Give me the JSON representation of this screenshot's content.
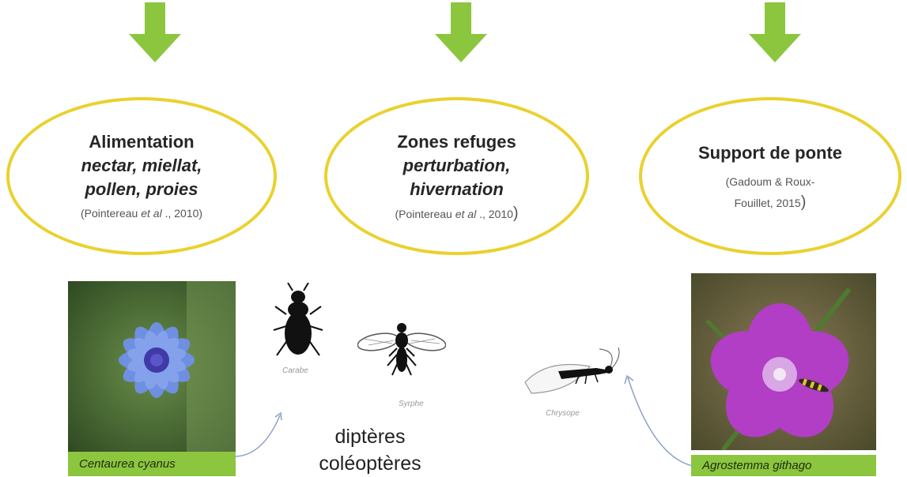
{
  "boxes": [
    {
      "title": "Alimentation",
      "items": [
        "nectar, miellat,",
        "pollen, proies"
      ],
      "citation_author": "(Pointereau ",
      "citation_etal": "et al",
      "citation_year": " ., 2010)"
    },
    {
      "title": "Zones refuges",
      "items": [
        "perturbation,",
        "hivernation"
      ],
      "citation_author": "(Pointereau ",
      "citation_etal": "et al",
      "citation_year": " ., 2010",
      "citation_close": ")"
    },
    {
      "title": "Support de ponte",
      "citation_line1": "(Gadoum & Roux-",
      "citation_line2": "Fouillet, 2015",
      "citation_close": ")"
    }
  ],
  "photos": {
    "left_caption": "Centaurea cyanus",
    "right_caption": "Agrostemma githago"
  },
  "insects": {
    "carabe": "Carabe",
    "syrphe": "Syrphe",
    "chrysope": "Chrysope"
  },
  "groups": {
    "line1": "diptères",
    "line2": "coléoptères"
  },
  "colors": {
    "arrow": "#8cc63f",
    "oval_border": "#ead12e",
    "caption_bg": "#8cc63f"
  }
}
